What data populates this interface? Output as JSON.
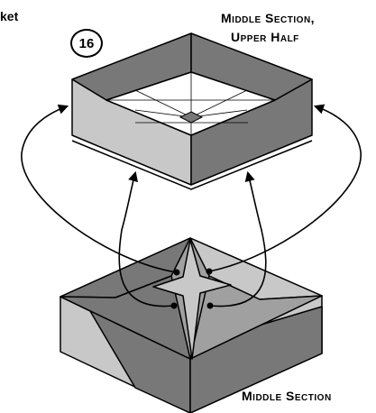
{
  "labels": {
    "corner_fragment": "ket",
    "upper_line1": "Middle Section,",
    "upper_line2": "Upper Half",
    "lower": "Middle Section"
  },
  "step": {
    "number": "16"
  },
  "colors": {
    "paper_light": "#c8c8c8",
    "paper_dark": "#787878",
    "paper_mid": "#a0a0a0",
    "paper_white": "#ffffff",
    "outline": "#000000"
  }
}
